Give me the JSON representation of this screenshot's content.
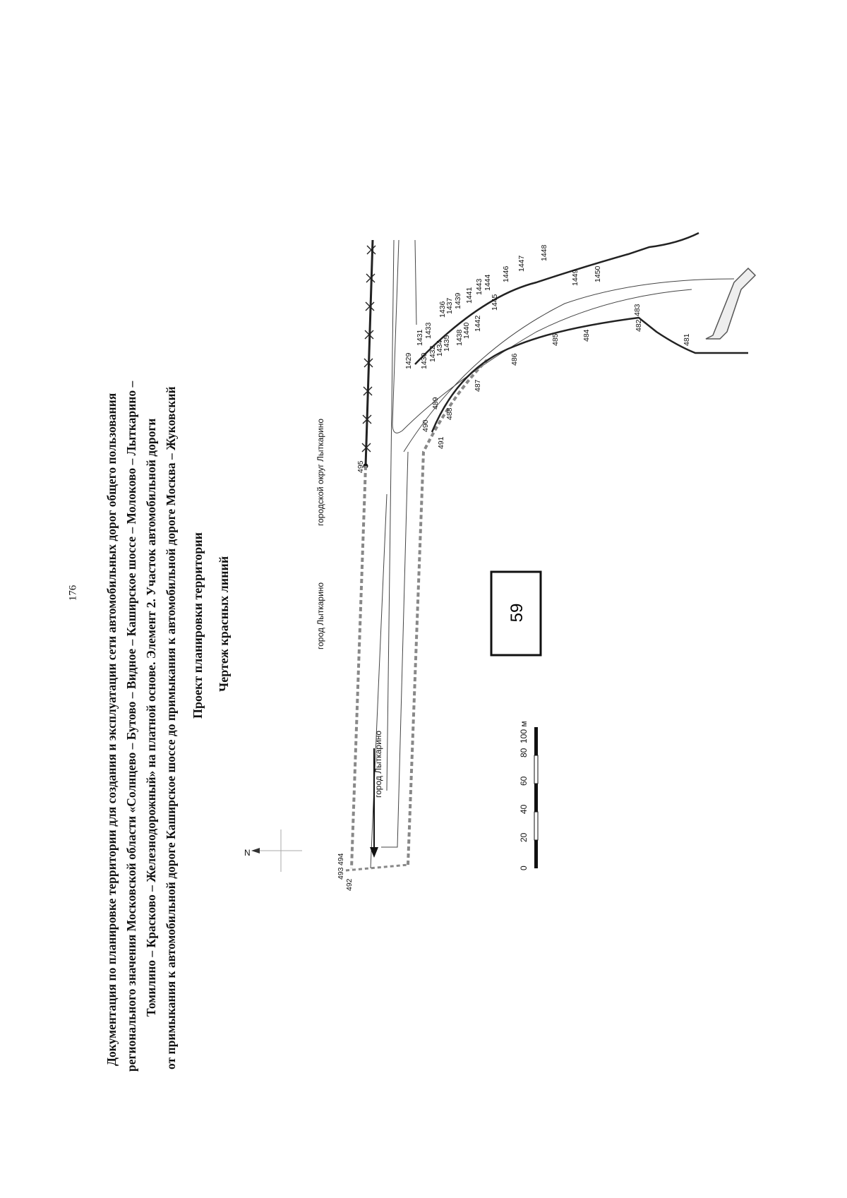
{
  "page_number": "176",
  "title_lines": [
    "Документация по планировке территории для создания и эксплуатации сети автомобильных дорог общего пользования",
    "регионального значения Московской области «Солнцево – Бутово – Видное – Каширское шоссе – Молоково – Лыткарино –",
    "Томилино – Красково – Железнодорожный» на платной основе. Элемент 2. Участок автомобильной дороги",
    "от примыкания к автомобильной дороге Каширское шоссе до примыкания к автомобильной дороге Москва – Жуковский"
  ],
  "subtitle": "Проект планировки территории",
  "subtitle2": "Чертеж красных линий",
  "map": {
    "label_city": "город Лыткарино",
    "label_district": "городской округ Лыткарино",
    "label_road": "город Лыткарино",
    "sheet_number": "59",
    "north_label": "N",
    "scale": {
      "ticks": [
        "0",
        "20",
        "40",
        "60",
        "80",
        "100 м"
      ]
    },
    "points_top": [
      "495",
      "490",
      "489",
      "488",
      "487",
      "486",
      "485",
      "484",
      "482",
      "483",
      "481",
      "491",
      "492",
      "493",
      "494"
    ],
    "points_bottom": [
      "1429",
      "1430",
      "1431",
      "1432",
      "1433",
      "1434",
      "1435",
      "1436",
      "1437",
      "1438",
      "1439",
      "1440",
      "1441",
      "1442",
      "1443",
      "1444",
      "1445",
      "1446",
      "1447",
      "1448",
      "1449",
      "1450"
    ]
  }
}
